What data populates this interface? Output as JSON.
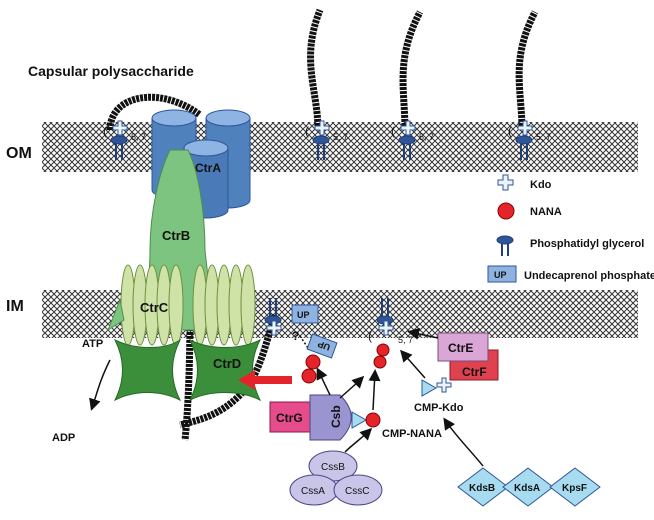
{
  "figure": {
    "title": "Capsular polysaccharide",
    "membranes": {
      "outer": "OM",
      "inner": "IM"
    }
  },
  "proteins": {
    "ctrA": "CtrA",
    "ctrB": "CtrB",
    "ctrC": "CtrC",
    "ctrD": "CtrD",
    "ctrE": "CtrE",
    "ctrF": "CtrF",
    "ctrG": "CtrG",
    "csb": "Csb",
    "cssA": "CssA",
    "cssB": "CssB",
    "cssC": "CssC",
    "kdsA": "KdsA",
    "kdsB": "KdsB",
    "kpsF": "KpsF"
  },
  "labels": {
    "atp": "ATP",
    "adp": "ADP",
    "cmp_nana": "CMP-NANA",
    "cmp_kdo": "CMP-Kdo",
    "up_box": "UP",
    "up_flipped": "UP",
    "question": "?",
    "kdo_count": "5, 7",
    "paren": "("
  },
  "legend": {
    "kdo": "Kdo",
    "nana": "NANA",
    "pg": "Phosphatidyl glycerol",
    "up": "Undecaprenol phosphate",
    "up_icon": "UP"
  },
  "colors": {
    "ctrA": "#4f81bd",
    "ctrB": "#7cc47f",
    "ctrC": "#cfe3a8",
    "ctrD": "#3b8f3b",
    "ctrE": "#d9a6d6",
    "ctrF": "#e0414f",
    "ctrG": "#e64b8c",
    "csb": "#9a94d0",
    "css": "#c9c5e8",
    "kds": "#a7dcf0",
    "nana": "#e3242b",
    "up": "#8fb3e0"
  }
}
